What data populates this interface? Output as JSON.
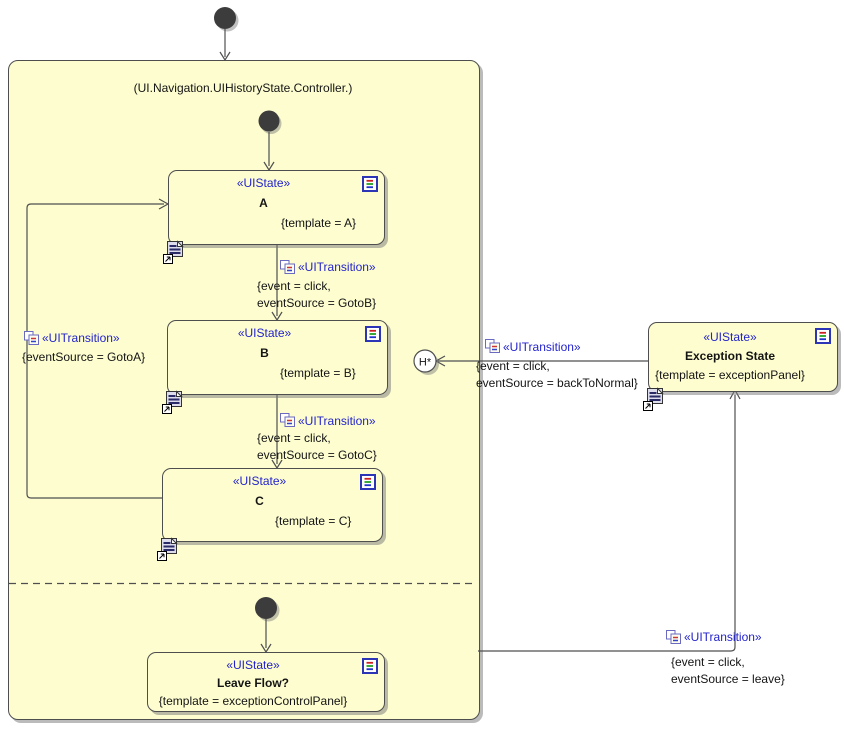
{
  "composite": {
    "title": "(UI.Navigation.UIHistoryState.Controller.)"
  },
  "states": [
    {
      "stereotype": "«UIState»",
      "name": "A",
      "constraint": "{template = A}"
    },
    {
      "stereotype": "«UIState»",
      "name": "B",
      "constraint": "{template = B}"
    },
    {
      "stereotype": "«UIState»",
      "name": "C",
      "constraint": "{template = C}"
    },
    {
      "stereotype": "«UIState»",
      "name": "Exception State",
      "constraint": "{template = exceptionPanel}"
    },
    {
      "stereotype": "«UIState»",
      "name": "Leave Flow?",
      "constraint": "{template = exceptionControlPanel}"
    }
  ],
  "transitions": [
    {
      "stereotype": "«UITransition»",
      "lines": [
        "{event = click,",
        "eventSource = GotoB}"
      ]
    },
    {
      "stereotype": "«UITransition»",
      "lines": [
        "{event = click,",
        "eventSource = GotoC}"
      ]
    },
    {
      "stereotype": "«UITransition»",
      "lines": [
        "{eventSource = GotoA}"
      ]
    },
    {
      "stereotype": "«UITransition»",
      "lines": [
        "{event = click,",
        "eventSource = backToNormal}"
      ]
    },
    {
      "stereotype": "«UITransition»",
      "lines": [
        "{event = click,",
        "eventSource = leave}"
      ]
    }
  ],
  "history": {
    "label": "H*"
  },
  "icons": {
    "state_header": "element-properties-icon",
    "transition": "stereotype-icon",
    "decomposition": "submachine-decomposition-icon"
  },
  "colors": {
    "state_fill": "#fdfdd0",
    "border": "#4e4e4e",
    "stereotype_blue": "#2323cc",
    "line": "#4f4f4f",
    "initial_fill": "#3c3c3c",
    "shadow": "rgba(120,120,120,0.5)"
  }
}
